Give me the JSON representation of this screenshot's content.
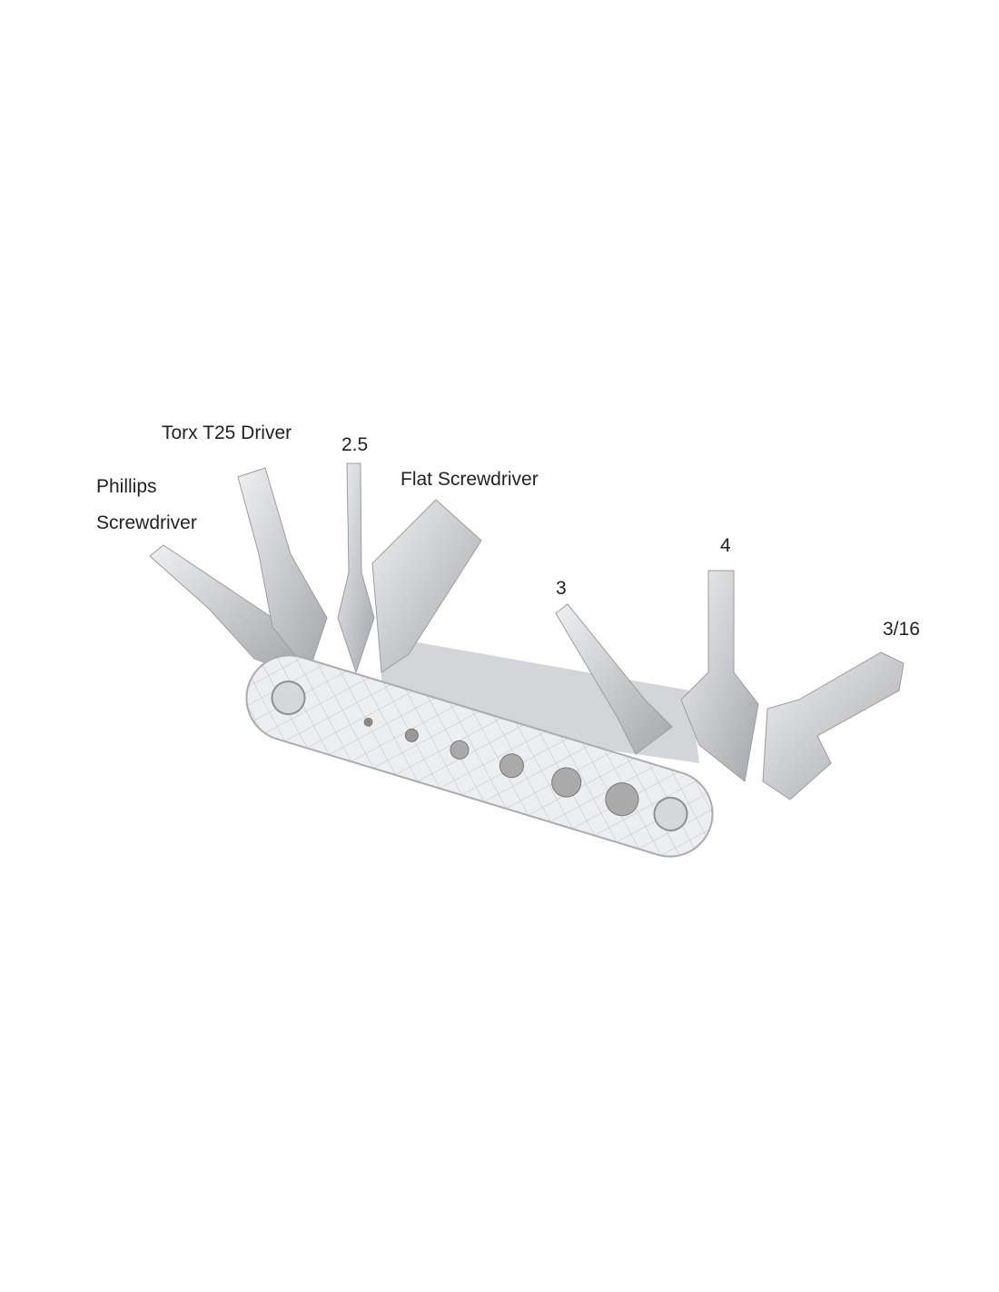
{
  "labels": {
    "torx": "Torx T25 Driver",
    "hex_2_5": "2.5",
    "phillips_1": "Phillips",
    "phillips_2": "Screwdriver",
    "flat": "Flat Screwdriver",
    "hex_4": "4",
    "hex_3": "3",
    "hex_3_16": "3/16"
  },
  "colors": {
    "metal_light": "#e4e5e7",
    "metal_mid": "#c4c6c9",
    "metal_dark": "#9c9fa3"
  }
}
